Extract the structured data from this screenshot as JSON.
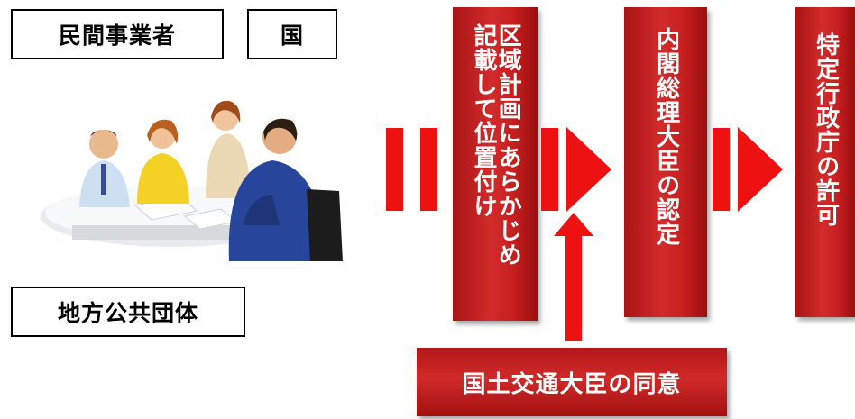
{
  "labels": {
    "private_operator": "民間事業者",
    "national": "国",
    "local_public_body": "地方公共団体"
  },
  "steps": {
    "area_plan": [
      "区域計画にあらかじめ",
      "記載して位置付け"
    ],
    "pm_certification": "内閣総理大臣の認定",
    "agency_permission": "特定行政庁の許可",
    "mlit_consent": "国土交通大臣の同意"
  },
  "colors": {
    "arrow_red": "#ee1111",
    "box_red": "#c62222"
  },
  "illustration": "business-meeting-clipart"
}
